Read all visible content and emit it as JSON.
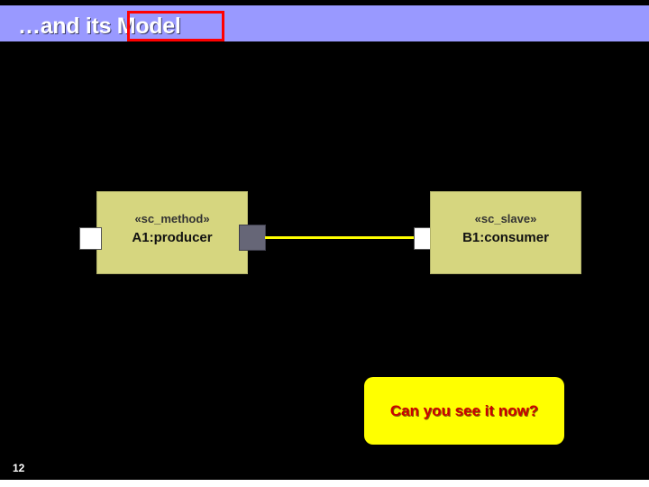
{
  "slide": {
    "page_number": "12",
    "title": {
      "text": "…and its Model",
      "highlighted_word": "Model",
      "bar_color": "#9999ff",
      "text_color": "#ffffff",
      "highlight_border_color": "#ff0000"
    },
    "diagram": {
      "type": "uml-component-diagram",
      "box_fill_color": "#d6d67f",
      "link_color": "#ffff00",
      "components": [
        {
          "id": "producer",
          "stereotype": "«sc_method»",
          "instance": "A1:",
          "class": "producer",
          "ports": [
            {
              "name": "left-port",
              "style": "white"
            },
            {
              "name": "right-port",
              "style": "grey"
            }
          ]
        },
        {
          "id": "consumer",
          "stereotype": "«sc_slave»",
          "instance": "B1:",
          "class": "consumer",
          "ports": [
            {
              "name": "left-port",
              "style": "white"
            }
          ]
        }
      ],
      "connector": {
        "from": "producer.right-port",
        "to": "consumer.left-port",
        "color": "#ffff00"
      }
    },
    "callout": {
      "text": "Can you see it now?",
      "background": "#ffff00",
      "text_color": "#cc0000"
    }
  }
}
